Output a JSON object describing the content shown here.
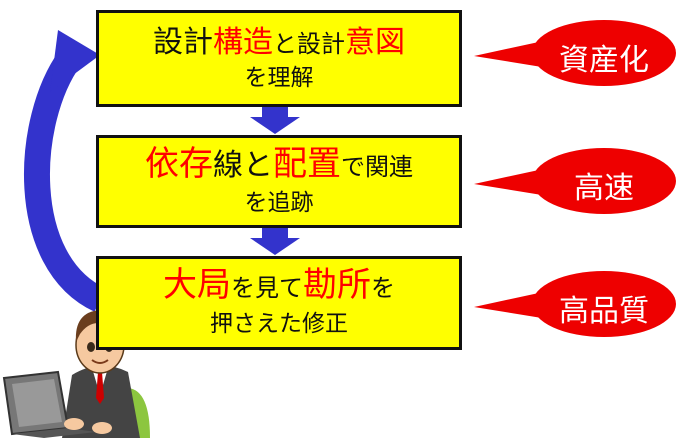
{
  "boxes": [
    {
      "parts": [
        "設計",
        "構造",
        "と設計",
        "意図"
      ],
      "line2": "を理解"
    },
    {
      "parts": [
        "依存",
        "線と",
        "配置",
        "で関連"
      ],
      "line2": "を追跡"
    },
    {
      "parts": [
        "大局",
        "を見て",
        "勘所",
        "を"
      ],
      "line2": "押さえた修正"
    }
  ],
  "callouts": [
    "資産化",
    "高速",
    "高品質"
  ],
  "colors": {
    "box_fill": "#ffff00",
    "emphasis": "#ff0000",
    "callout_fill": "#ee0000",
    "arrow": "#3333cc"
  }
}
